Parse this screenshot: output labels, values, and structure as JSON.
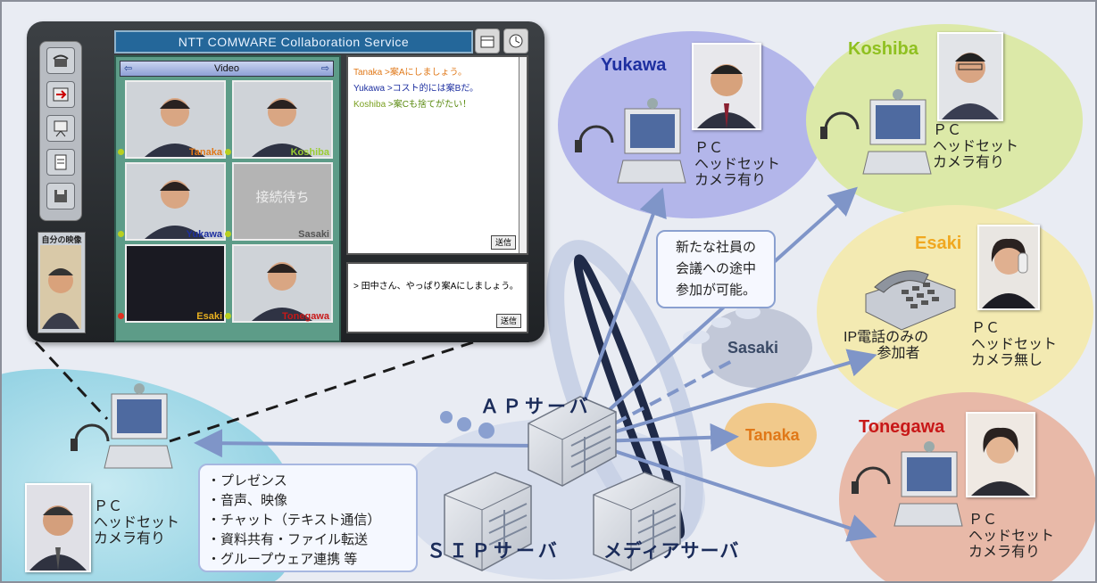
{
  "window": {
    "title": "NTT COMWARE Collaboration Service",
    "video_header": "Video",
    "self_video_label": "自分の映像",
    "tiles": [
      {
        "name": "Tanaka",
        "color": "#e07818",
        "status": "#b8d020"
      },
      {
        "name": "Koshiba",
        "color": "#9acd32",
        "status": "#b8d020"
      },
      {
        "name": "Yukawa",
        "color": "#1d2fa0",
        "status": "#b8d020"
      },
      {
        "name": "Sasaki",
        "color": "#555555",
        "status": "#b8d020",
        "placeholder": "接続待ち"
      },
      {
        "name": "Esaki",
        "color": "#e8b020",
        "status": "#e03020"
      },
      {
        "name": "Tonegawa",
        "color": "#c81818",
        "status": "#b8d020"
      }
    ],
    "chat": [
      {
        "name": "Tanaka",
        "msg": ">案Aにしましょう。",
        "color": "#e07818"
      },
      {
        "name": "Yukawa",
        "msg": ">コスト的には案Bだ。",
        "color": "#1d2fa0"
      },
      {
        "name": "Koshiba",
        "msg": ">案Cも捨てがたい！",
        "color": "#7aa020"
      }
    ],
    "send_label": "送信",
    "input_text": "> 田中さん、やっぱり案Aにしましょう。"
  },
  "participants": {
    "yukawa": {
      "name": "Yukawa",
      "color": "#1d2fa0",
      "info": [
        "ＰＣ",
        "ヘッドセット",
        "カメラ有り"
      ]
    },
    "koshiba": {
      "name": "Koshiba",
      "color": "#8fc020",
      "info": [
        "ＰＣ",
        "ヘッドセット",
        "カメラ有り"
      ]
    },
    "esaki": {
      "name": "Esaki",
      "color": "#f0a820",
      "info": [
        "ＰＣ",
        "ヘッドセット",
        "カメラ無し"
      ],
      "phone_info": [
        "IP電話のみの",
        "参加者"
      ]
    },
    "tonegawa": {
      "name": "Tonegawa",
      "color": "#c81818",
      "info": [
        "ＰＣ",
        "ヘッドセット",
        "カメラ有り"
      ]
    },
    "sasaki": {
      "name": "Sasaki",
      "color": "#3a4a66"
    },
    "tanaka": {
      "name": "Tanaka",
      "color": "#e07818"
    },
    "self": {
      "info": [
        "ＰＣ",
        "ヘッドセット",
        "カメラ有り"
      ]
    }
  },
  "servers": {
    "ap": "ＡＰサーバ",
    "sip": "ＳＩＰサーバ",
    "media": "メディアサーバ"
  },
  "notice": [
    "新たな社員の",
    "会議への途中",
    "参加が可能。"
  ],
  "features": [
    "・プレゼンス",
    "・音声、映像",
    "・チャット（テキスト通信）",
    "・資料共有・ファイル転送",
    "・グループウェア連携 等"
  ]
}
